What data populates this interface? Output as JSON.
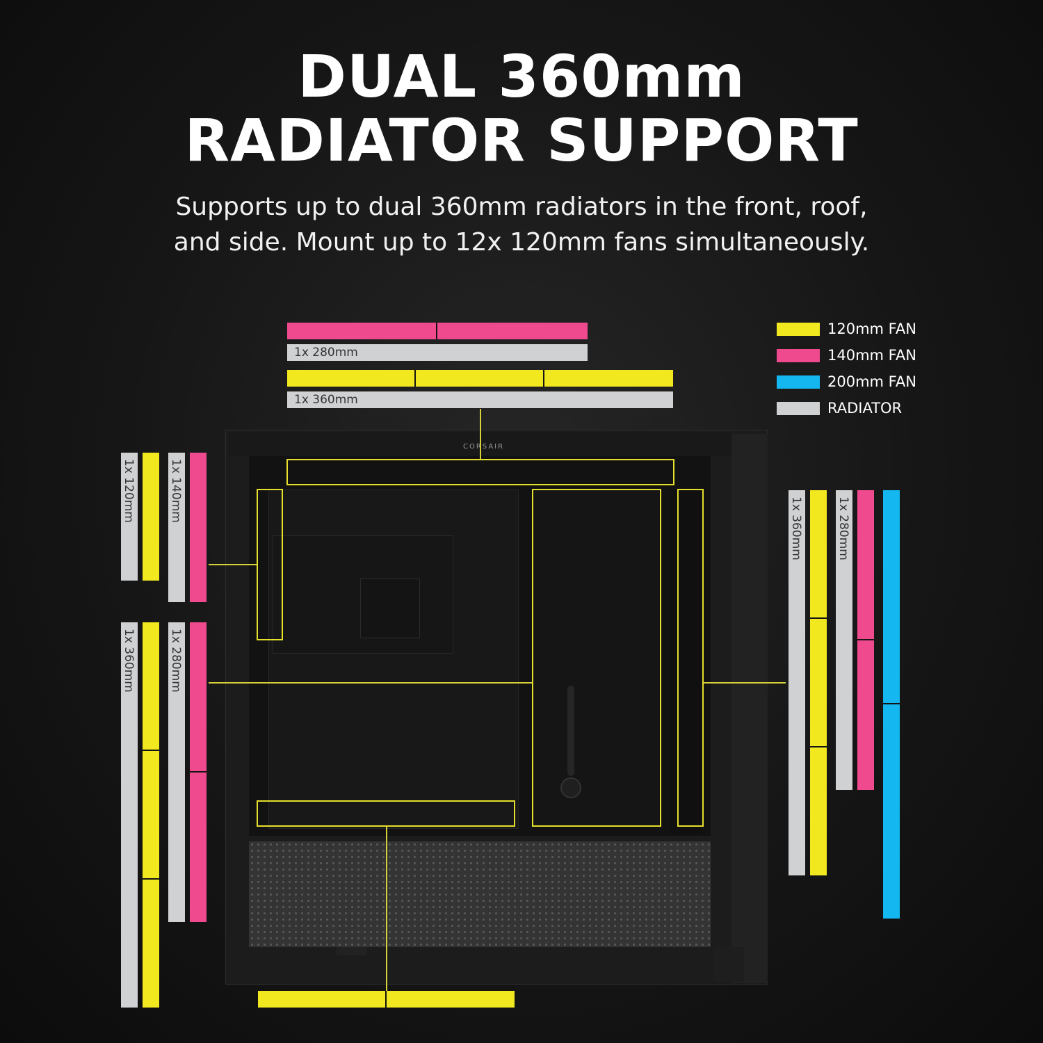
{
  "heading": {
    "line1": "DUAL 360mm",
    "line2": "RADIATOR SUPPORT"
  },
  "description": {
    "line1": "Supports up to dual 360mm radiators in the front, roof,",
    "line2": "and side. Mount up to 12x 120mm fans simultaneously."
  },
  "brand": "CORSAIR",
  "colors": {
    "fan_120": "#f1e81f",
    "fan_140": "#f04a8f",
    "fan_200": "#14b7ef",
    "radiator": "#cfd1d3"
  },
  "legend": [
    {
      "label": "120mm FAN",
      "color": "#f1e81f"
    },
    {
      "label": "140mm FAN",
      "color": "#f04a8f"
    },
    {
      "label": "200mm FAN",
      "color": "#14b7ef"
    },
    {
      "label": "RADIATOR",
      "color": "#cfd1d3"
    }
  ],
  "top": {
    "radiator_280": "1x 280mm",
    "radiator_360": "1x 360mm",
    "fans_140_count": 2,
    "fans_120_count": 3
  },
  "rear": {
    "radiator_120": "1x 120mm",
    "radiator_140": "1x 140mm"
  },
  "front": {
    "radiator_360": "1x 360mm",
    "radiator_280": "1x 280mm",
    "fans_120_count": 3,
    "fans_140_count": 2
  },
  "side": {
    "radiator_360": "1x 360mm",
    "radiator_280": "1x 280mm",
    "fans_120_count": 3,
    "fans_140_count": 2,
    "fans_200_count": 2
  },
  "bottom": {
    "fans_120_count": 2
  }
}
